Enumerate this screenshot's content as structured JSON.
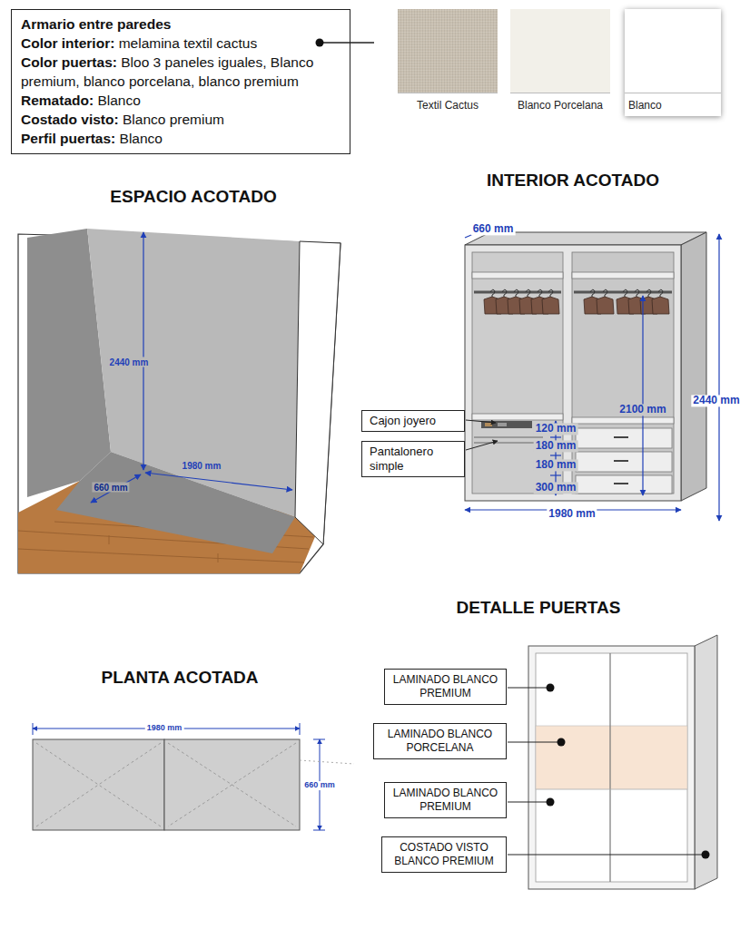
{
  "diagram": {
    "nodes": [
      {
        "text": [
          "Armario entre paredes",
          "Color interior:",
          "melamina textil cactus",
          "Color puertas:",
          "Bloo 3 paneles iguales, Blanco premium, blanco porcelana, blanco premium",
          "Rematado:",
          "Blanco",
          "Costado visto:",
          "Blanco premium",
          "Perfil puertas:",
          "Blanco"
        ]
      },
      {
        "text": [
          "Textil Cactus"
        ]
      },
      {
        "text": [
          "Blanco Porcelana"
        ]
      },
      {
        "text": [
          "Blanco"
        ]
      },
      {
        "text": [
          "Cajon joyero"
        ]
      },
      {
        "text": [
          "Pantalonero simple"
        ]
      },
      {
        "text": [
          "LAMINADO BLANCO PREMIUM"
        ]
      },
      {
        "text": [
          "LAMINADO BLANCO PORCELANA"
        ]
      },
      {
        "text": [
          "LAMINADO BLANCO PREMIUM"
        ]
      },
      {
        "text": [
          "COSTADO VISTO BLANCO PREMIUM"
        ]
      }
    ],
    "labels": [
      "ESPACIO ACOTADO",
      "INTERIOR ACOTADO",
      "2440 mm",
      "1980 mm",
      "660 mm",
      "660 mm",
      "2100 mm",
      "2440 mm",
      "120 mm",
      "180 mm",
      "180 mm",
      "300 mm",
      "1980 mm",
      "DETALLE PUERTAS",
      "PLANTA ACOTADA",
      "1980 mm",
      "660 mm"
    ]
  }
}
